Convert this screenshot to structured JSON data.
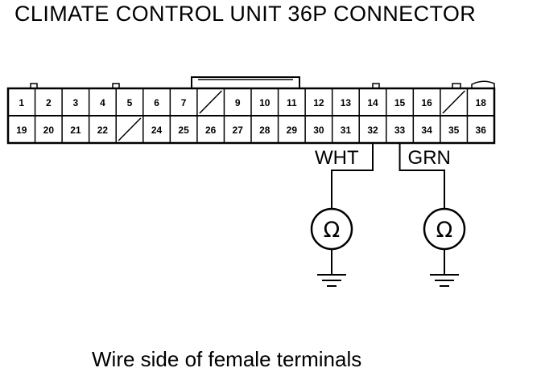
{
  "title": "CLIMATE CONTROL UNIT 36P CONNECTOR",
  "caption": "Wire side of female terminals",
  "connector": {
    "top_row": [
      "1",
      "2",
      "3",
      "4",
      "5",
      "6",
      "7",
      "",
      "9",
      "10",
      "11",
      "12",
      "13",
      "14",
      "15",
      "16",
      "",
      "18"
    ],
    "bottom_row": [
      "19",
      "20",
      "21",
      "22",
      "",
      "24",
      "25",
      "26",
      "27",
      "28",
      "29",
      "30",
      "31",
      "32",
      "33",
      "34",
      "35",
      "36"
    ]
  },
  "probes": [
    {
      "terminal": "32",
      "wire": "WHT",
      "meter_symbol": "Ω"
    },
    {
      "terminal": "33",
      "wire": "GRN",
      "meter_symbol": "Ω"
    }
  ]
}
